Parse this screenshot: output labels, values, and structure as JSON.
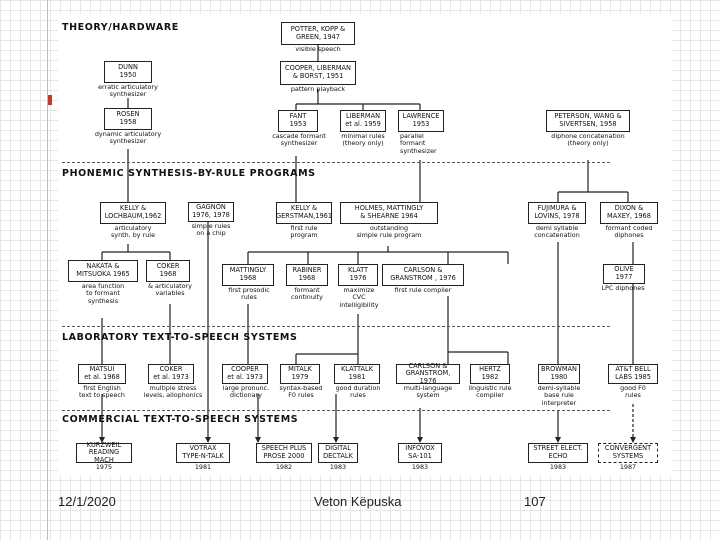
{
  "sections": {
    "theory": "THEORY/HARDWARE",
    "phonemic": "PHONEMIC SYNTHESIS-BY-RULE PROGRAMS",
    "laboratory": "LABORATORY TEXT-TO-SPEECH SYSTEMS",
    "commercial": "COMMERCIAL TEXT-TO-SPEECH SYSTEMS"
  },
  "theory": {
    "potter": {
      "name": "POTTER, KOPP &\nGREEN, 1947",
      "caption": "visible speech"
    },
    "cooper": {
      "name": "COOPER, LIBERMAN\n& BORST, 1951",
      "caption": "pattern playback"
    },
    "dunn": {
      "name": "DUNN\n1950",
      "caption": "erratic articulatory\nsynthesizer"
    },
    "rosen": {
      "name": "ROSEN\n1958",
      "caption": "dynamic articulatory\nsynthesizer"
    },
    "fant": {
      "name": "FANT\n1953",
      "caption": "cascade formant\nsynthesizer"
    },
    "liberman": {
      "name": "LIBERMAN\net al. 1959",
      "caption": "minimal rules\n(theory only)"
    },
    "lawrence": {
      "name": "LAWRENCE\n1953",
      "caption": "parallel\nformant\nsynthesizer"
    },
    "peterson": {
      "name": "PETERSON, WANG &\nSIVERTSEN, 1958",
      "caption": "diphone concatenation\n(theory only)"
    }
  },
  "phonemic": {
    "kellyloch": {
      "name": "KELLY &\nLOCHBAUM,1962",
      "caption": "articulatory\nsynth. by rule"
    },
    "gagnon": {
      "name": "GAGNON\n1976, 1978",
      "caption": "simple rules\non a chip"
    },
    "kellygerst": {
      "name": "KELLY &\nGERSTMAN,1961",
      "caption": "first rule\nprogram"
    },
    "holmes": {
      "name": "HOLMES, MATTINGLY\n& SHEARNE   1964",
      "caption": "outstanding\nsimple rule program"
    },
    "fujimura": {
      "name": "FUJIMURA &\nLOVINS, 1978",
      "caption": "demi syllable\nconcatenation"
    },
    "dixon": {
      "name": "DIXON &\nMAXEY, 1968",
      "caption": "formant coded\ndiphones"
    },
    "nakata": {
      "name": "NAKATA &\nMITSUOKA 1965",
      "caption": "area function\nto formant\nsynthesis"
    },
    "coker1": {
      "name": "COKER\n1968",
      "caption": "& articulatory\nvariables"
    },
    "mattingly": {
      "name": "MATTINGLY\n1968",
      "caption": "first prosodic\nrules"
    },
    "rabiner": {
      "name": "RABINER\n1968",
      "caption": "formant\ncontinuity"
    },
    "klatt": {
      "name": "KLATT\n1976",
      "caption": "maximize\nCVC\nintelligibility"
    },
    "carlson1": {
      "name": "CARLSON &\nGRANSTROM , 1976",
      "caption": "first rule compiler"
    },
    "olive": {
      "name": "OLIVE\n1977",
      "caption": "LPC diphones"
    }
  },
  "laboratory": {
    "matsui": {
      "name": "MATSUI\net al. 1968",
      "caption": "first English\ntext to speech"
    },
    "coker2": {
      "name": "COKER\net al. 1973",
      "caption": "multiple stress\nlevels, allophonics"
    },
    "cooper2": {
      "name": "COOPER\net al. 1973",
      "caption": "large pronunc.\ndictionary"
    },
    "mitalk": {
      "name": "MITALK\n1979",
      "caption": "syntax-based\nF0 rules"
    },
    "klattalk": {
      "name": "KLATTALK\n1981",
      "caption": "good duration\nrules"
    },
    "carlson2": {
      "name": "CARLSON &\nGRANSTROM, 1976",
      "caption": "multi-language\nsystem"
    },
    "hertz": {
      "name": "HERTZ\n1982",
      "caption": "linguistic rule\ncompiler"
    },
    "browman": {
      "name": "BROWMAN\n1980",
      "caption": "demi-syllable\nbase rule\ninterpreter"
    },
    "att": {
      "name": "AT&T BELL\nLABS 1985",
      "caption": "good F0\nrules"
    }
  },
  "commercial": {
    "kurzweil": {
      "name": "KURZWEIL\nREADING MACH",
      "year": "1975"
    },
    "votrax": {
      "name": "VOTRAX\nTYPE-N-TALK",
      "year": "1981"
    },
    "speechplus": {
      "name": "SPEECH PLUS\nPROSE 2000",
      "year": "1982"
    },
    "dectalk": {
      "name": "DIGITAL\nDECTALK",
      "year": "1983"
    },
    "infovox": {
      "name": "INFOVOX\nSA-101",
      "year": "1983"
    },
    "echo": {
      "name": "STREET ELECT.\nECHO",
      "year": "1983"
    },
    "convergent": {
      "name": "CONVERGENT\nSYSTEMS",
      "year": "1987"
    }
  },
  "footer": {
    "date": "12/1/2020",
    "author": "Veton Këpuska",
    "page": "107"
  }
}
